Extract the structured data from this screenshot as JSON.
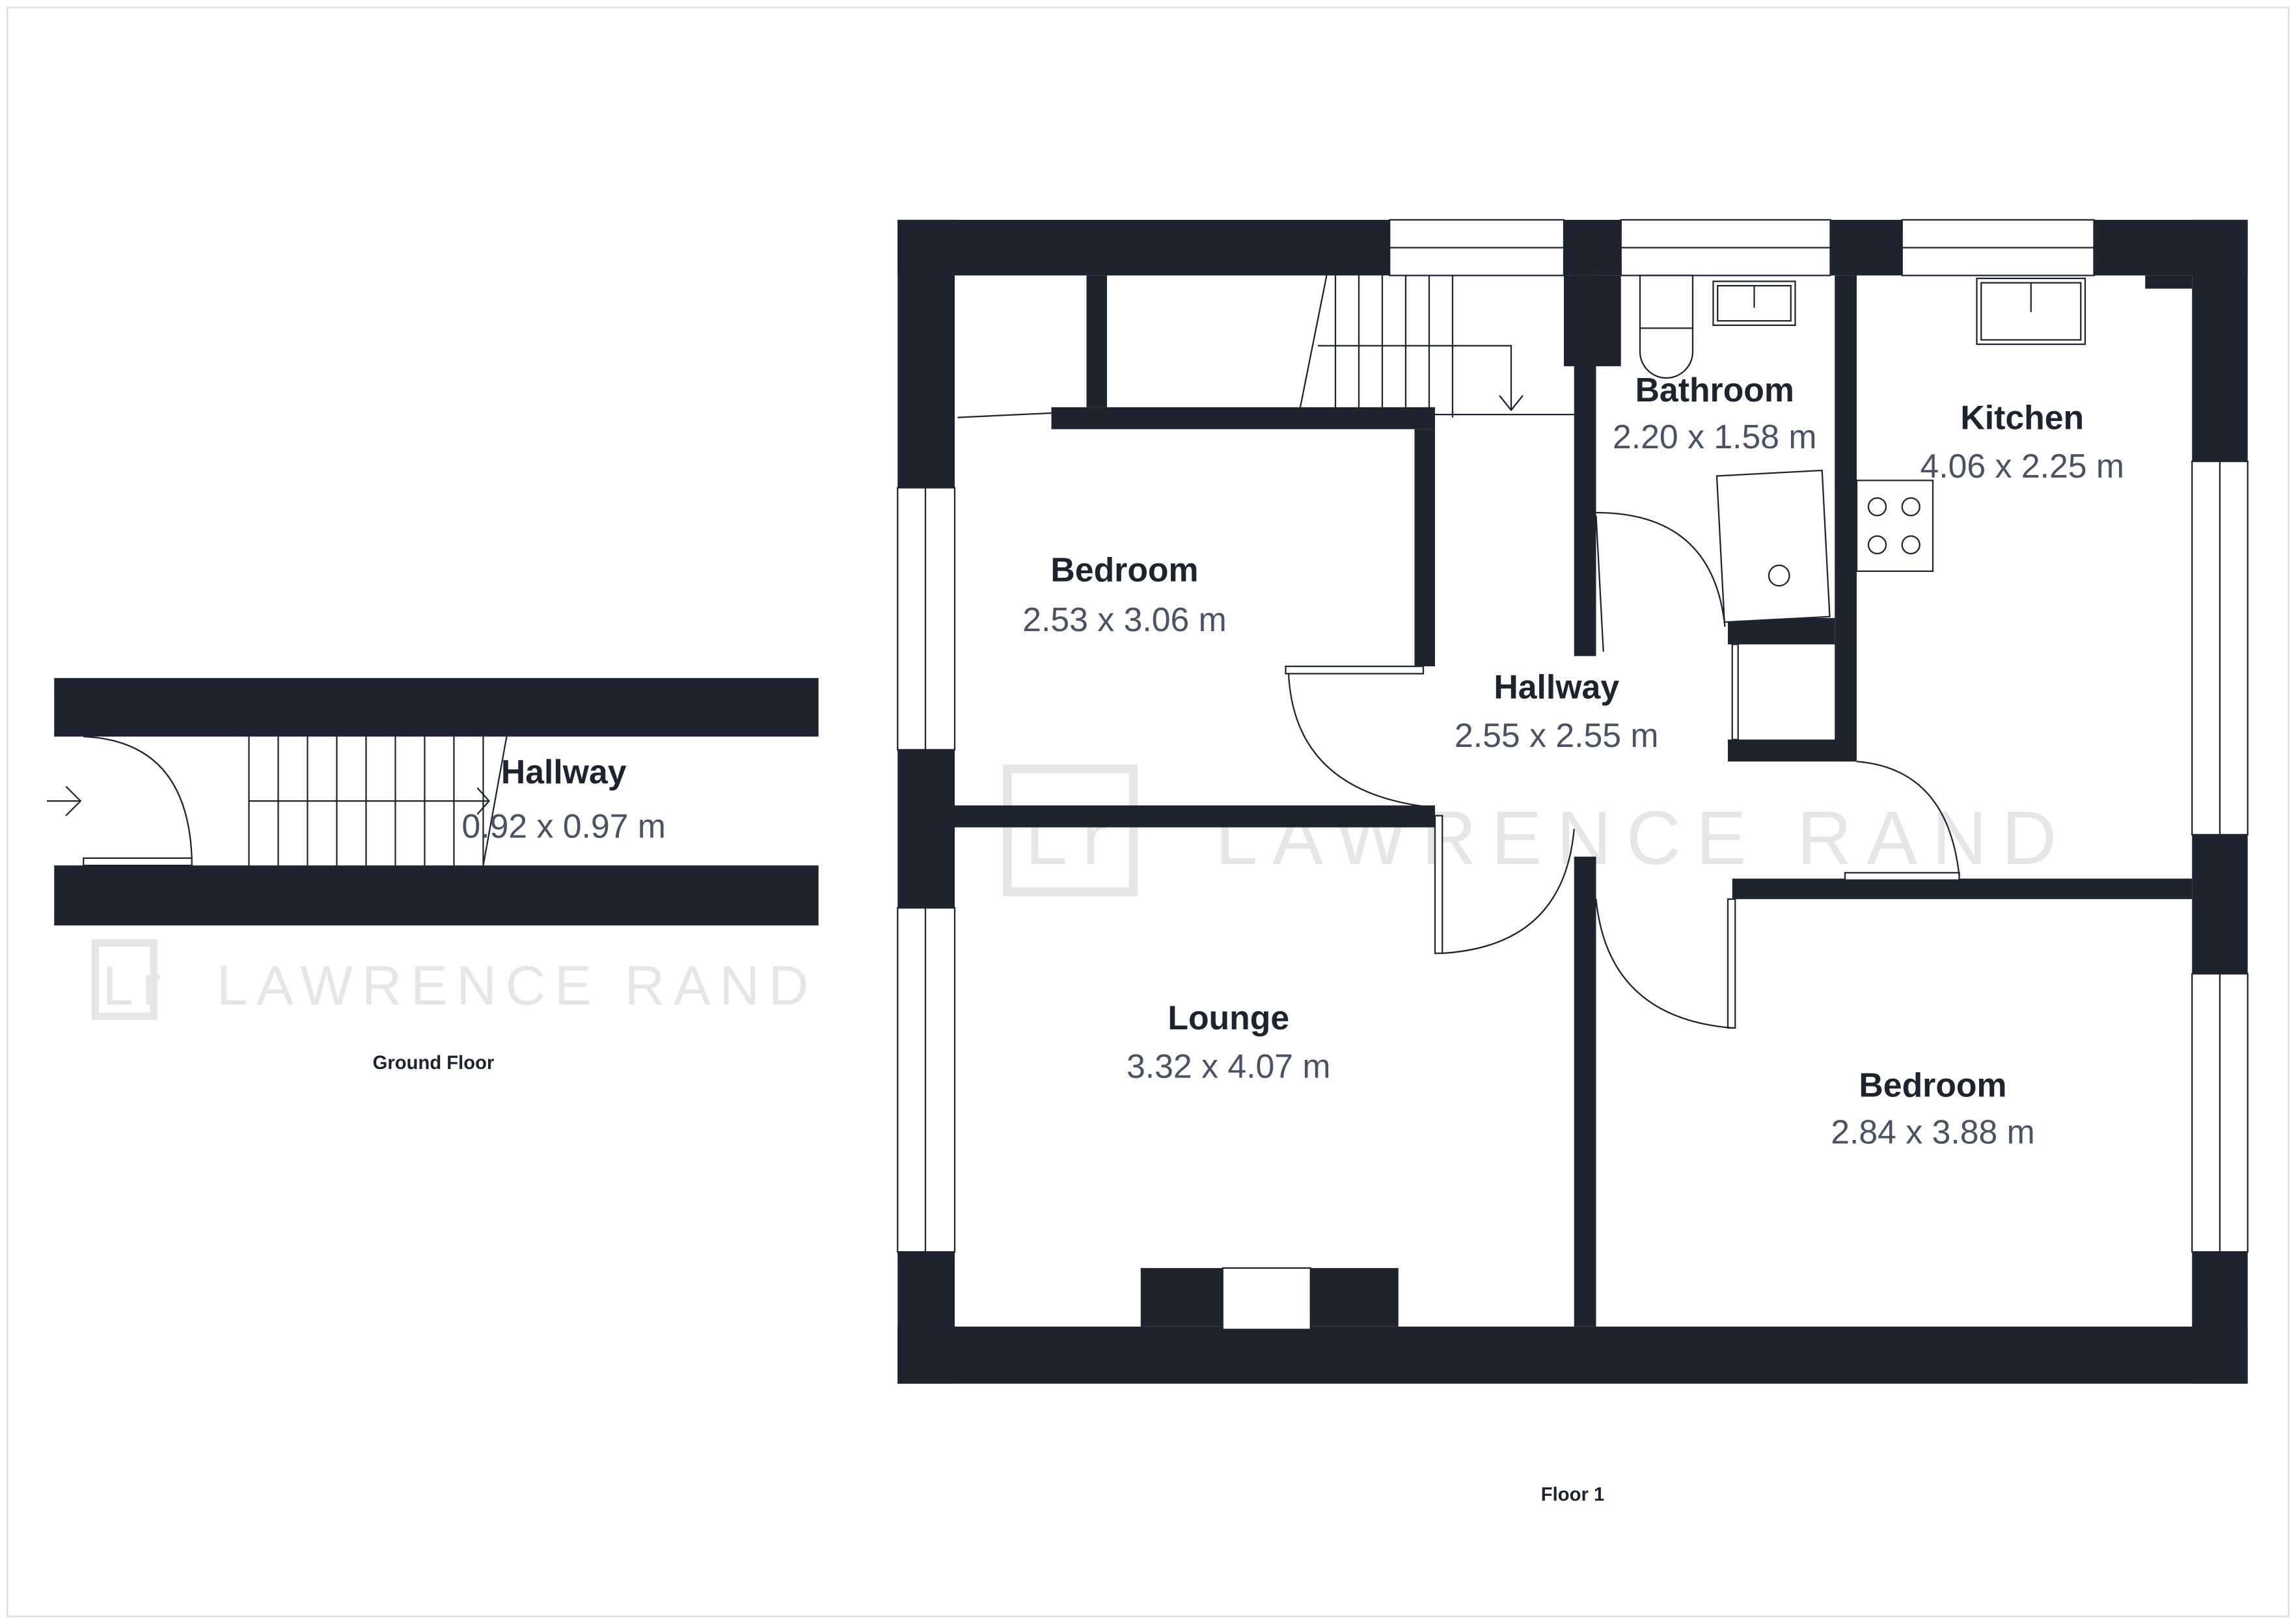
{
  "watermark": {
    "logo": "Lr",
    "text": "LAWRENCE RAND"
  },
  "ground_floor": {
    "label": "Ground Floor",
    "rooms": [
      {
        "name": "Hallway",
        "size": "0.92 x 0.97 m"
      }
    ]
  },
  "floor_1": {
    "label": "Floor 1",
    "rooms": [
      {
        "name": "Bedroom",
        "size": "2.53 x 3.06 m"
      },
      {
        "name": "Hallway",
        "size": "2.55 x 2.55 m"
      },
      {
        "name": "Bathroom",
        "size": "2.20 x 1.58 m"
      },
      {
        "name": "Kitchen",
        "size": "4.06 x 2.25 m"
      },
      {
        "name": "Lounge",
        "size": "3.32 x 4.07 m"
      },
      {
        "name": "Bedroom",
        "size": "2.84 x 3.88 m"
      }
    ]
  },
  "colors": {
    "wall": "#1e2330",
    "dimension_text": "#4a5263",
    "watermark": "#e6e6e6"
  }
}
